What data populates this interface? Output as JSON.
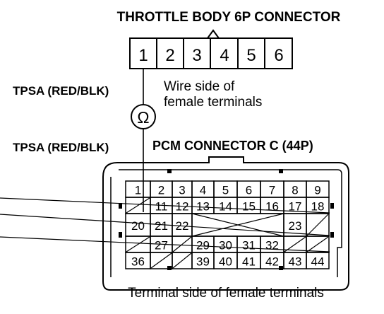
{
  "throttle": {
    "title": "THROTTLE BODY 6P CONNECTOR",
    "terminals": [
      "1",
      "2",
      "3",
      "4",
      "5",
      "6"
    ],
    "side_note_1": "Wire side of",
    "side_note_2": "female terminals"
  },
  "wire_labels": {
    "upper": "TPSA (RED/BLK)",
    "lower": "TPSA (RED/BLK)"
  },
  "meter_symbol": "Ω",
  "pcm": {
    "title": "PCM CONNECTOR C (44P)",
    "row1": [
      "1",
      "2",
      "3",
      "4",
      "5",
      "6",
      "7",
      "8",
      "9"
    ],
    "row2": [
      "11",
      "12",
      "13",
      "14",
      "15",
      "16",
      "17",
      "18"
    ],
    "row3_left": [
      "20",
      "21",
      "22"
    ],
    "row3_right": [
      "23"
    ],
    "row4": [
      "27",
      "29",
      "30",
      "31",
      "32"
    ],
    "row5": [
      "36",
      "39",
      "40",
      "41",
      "42",
      "43",
      "44"
    ],
    "bottom_note": "Terminal side of female terminals"
  }
}
